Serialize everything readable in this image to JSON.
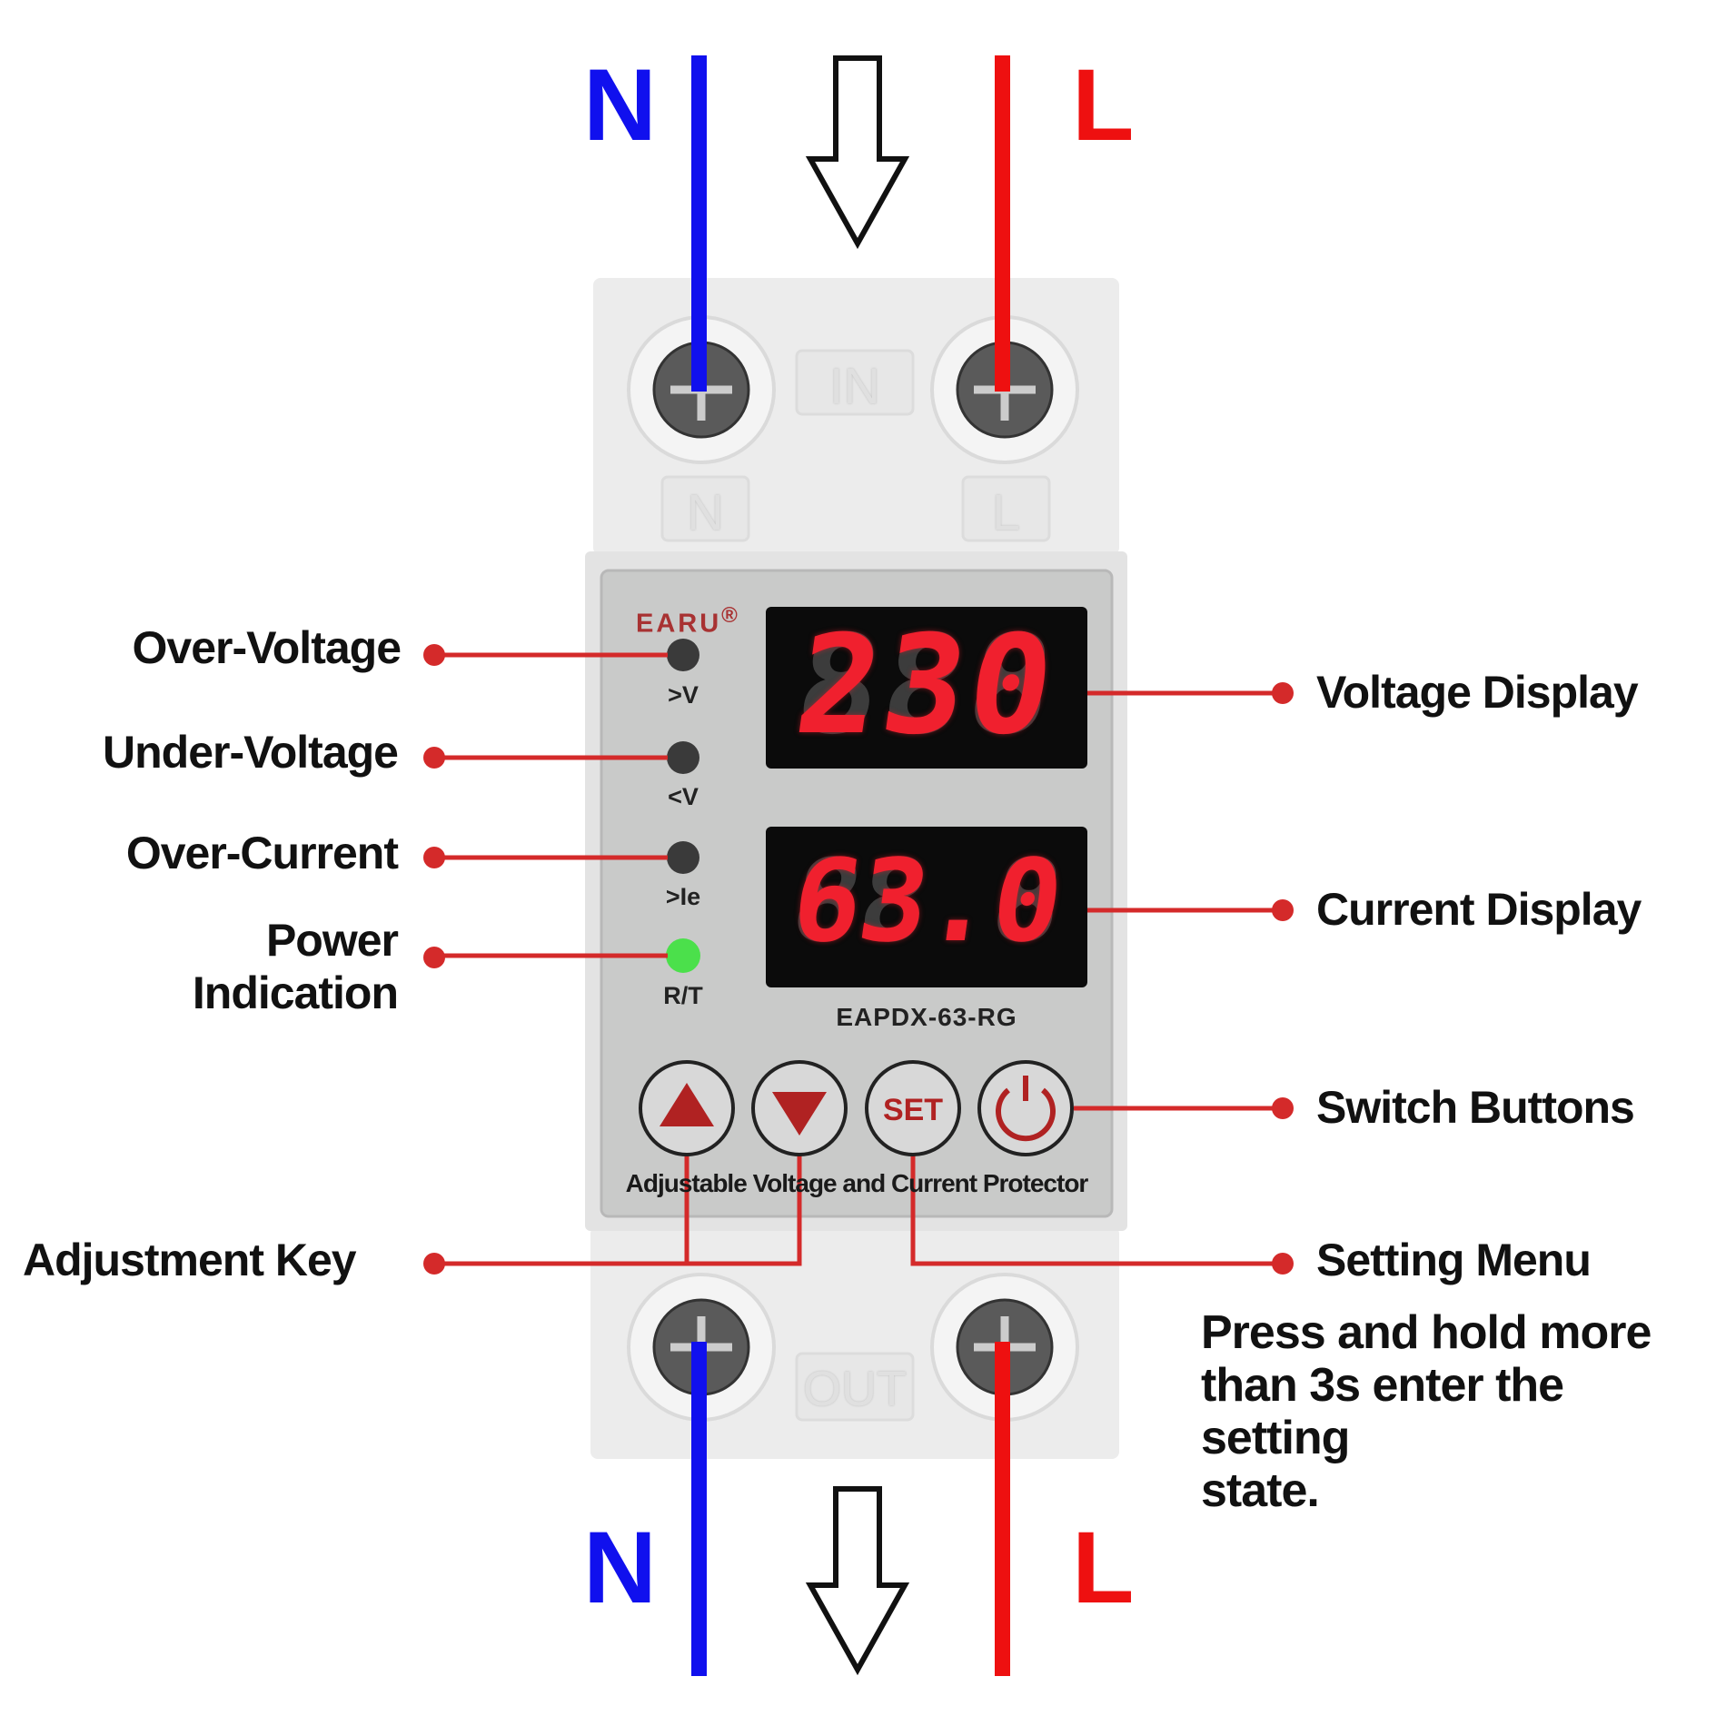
{
  "wiring": {
    "top_neutral_label": "N",
    "top_live_label": "L",
    "bottom_neutral_label": "N",
    "bottom_live_label": "L",
    "neutral_color": "#1010ee",
    "live_color": "#ee1010"
  },
  "device": {
    "brand": "EARU",
    "brand_mark": "®",
    "terminal_in": "IN",
    "terminal_out": "OUT",
    "terminal_n": "N",
    "terminal_l": "L",
    "voltage_reading": "230",
    "current_reading": "63.0",
    "model": "EAPDX-63-RG",
    "product_name": "Adjustable Voltage and Current Protector",
    "indicators": [
      {
        "label": ">V",
        "state": "off"
      },
      {
        "label": "<V",
        "state": "off"
      },
      {
        "label": ">Ie",
        "state": "off"
      },
      {
        "label": "R/T",
        "state": "on"
      }
    ],
    "buttons": {
      "up": "up-arrow",
      "down": "down-arrow",
      "set": "SET",
      "power": "power-icon"
    }
  },
  "callouts": {
    "over_voltage": "Over-Voltage",
    "under_voltage": "Under-Voltage",
    "over_current": "Over-Current",
    "power_indication_1": "Power",
    "power_indication_2": "Indication",
    "adjustment_key": "Adjustment Key",
    "voltage_display": "Voltage Display",
    "current_display": "Current Display",
    "switch_buttons": "Switch Buttons",
    "setting_menu": "Setting Menu",
    "setting_note": [
      "Press and hold more",
      "than 3s enter the",
      "setting",
      "state."
    ],
    "callout_color": "#d42a2a"
  }
}
